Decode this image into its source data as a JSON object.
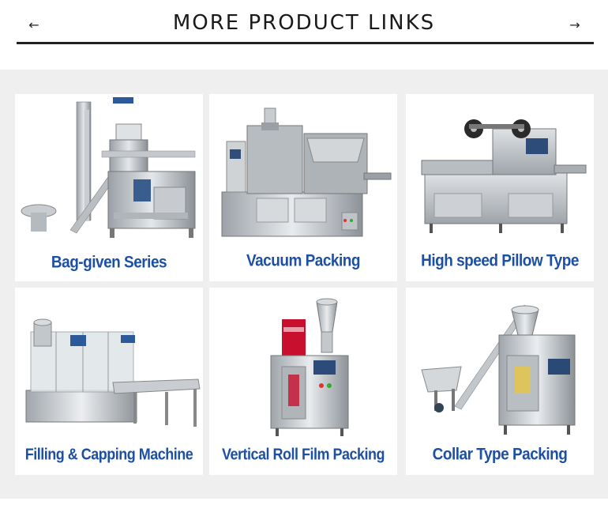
{
  "header": {
    "title": "MORE PRODUCT LINKS",
    "prev_icon": "arrow-left-icon",
    "next_icon": "arrow-right-icon",
    "prev_glyph": "←",
    "next_glyph": "→"
  },
  "colors": {
    "label_blue": "#1d4fa3",
    "grid_background": "#efefef",
    "rule": "#222222"
  },
  "products": [
    {
      "label": "Bag-given Series",
      "image": "bag-given-machine-image"
    },
    {
      "label": "Vacuum Packing",
      "image": "vacuum-packing-machine-image"
    },
    {
      "label": "High speed Pillow Type",
      "image": "pillow-packing-machine-image"
    },
    {
      "label": "Filling & Capping Machine",
      "image": "filling-capping-machine-image"
    },
    {
      "label": "Vertical Roll Film Packing",
      "image": "vertical-roll-film-machine-image"
    },
    {
      "label": "Collar Type Packing",
      "image": "collar-type-packing-machine-image"
    }
  ]
}
